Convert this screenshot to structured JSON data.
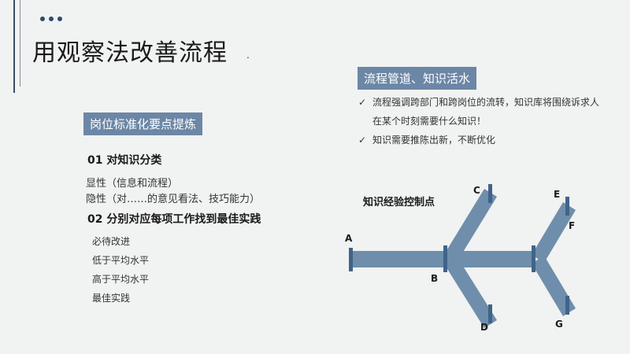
{
  "title": "用观察法改善流程",
  "title_mark": ".",
  "right_tag": "流程管道、知识活水",
  "right_bullets": [
    {
      "check": "✓",
      "text": "流程强调跨部门和跨岗位的流转，知识库将围绕诉求人",
      "cont": "在某个时刻需要什么知识！"
    },
    {
      "check": "✓",
      "text": "知识需要推陈出新，不断优化",
      "cont": ""
    }
  ],
  "left_tag": "岗位标准化要点提炼",
  "section1": {
    "heading": "01 对知识分类",
    "explicit": "显性（信息和流程）",
    "tacit": "隐性（对……的意见看法、技巧能力）"
  },
  "section2": {
    "heading": "02 分别对应每项工作找到最佳实践",
    "items": [
      "必待改进",
      "低于平均水平",
      "高于平均水平",
      "最佳实践"
    ]
  },
  "diagram": {
    "label": "知识经验控制点",
    "points": [
      "A",
      "B",
      "C",
      "D",
      "E",
      "F",
      "G"
    ],
    "pipe_color": "#6f8eab",
    "marker_color": "#3f6488"
  },
  "colors": {
    "accent_dark": "#2f4a6d",
    "tag_bg": "#6c87a6"
  }
}
